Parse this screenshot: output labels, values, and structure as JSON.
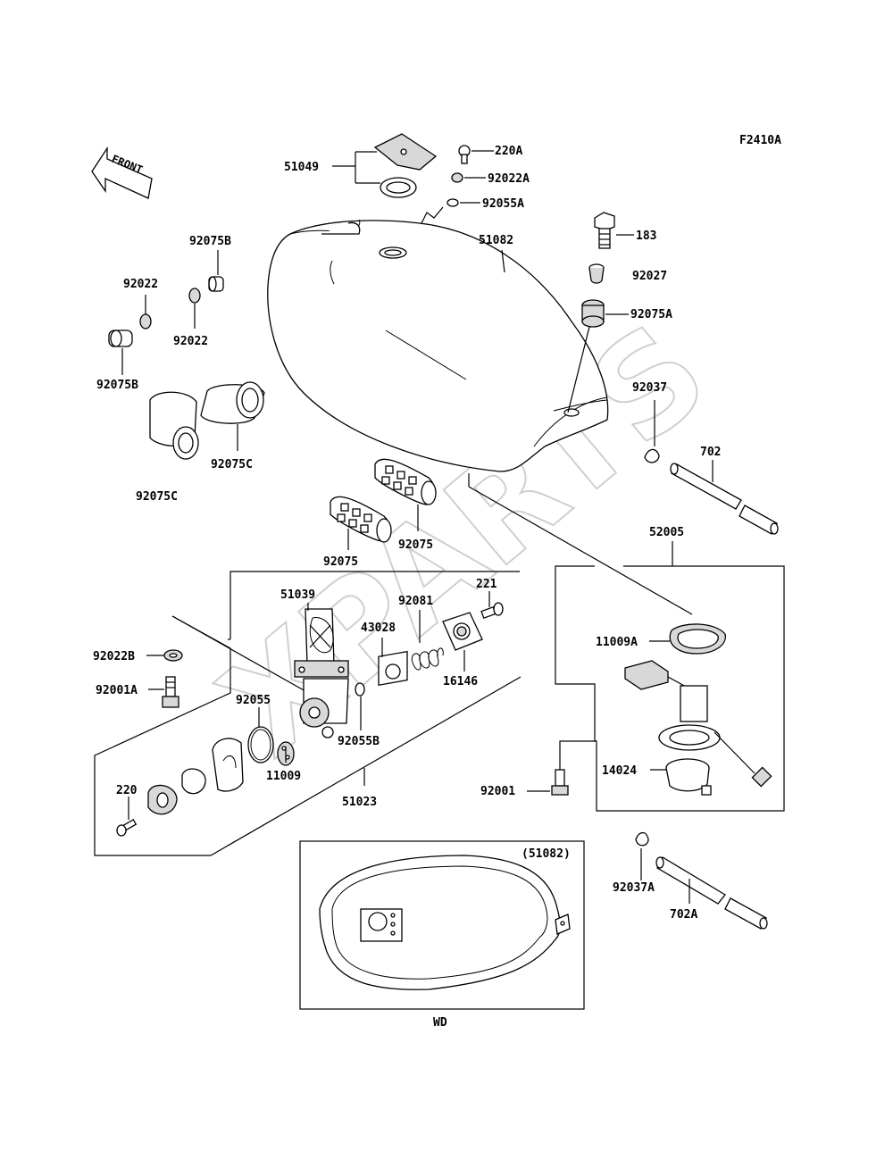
{
  "figure_id": "F2410A",
  "front_label": "FRONT",
  "watermark": "XPARTS",
  "variant_label": "(51082)",
  "variant_code": "WD",
  "labels": {
    "p51049": "51049",
    "p220A": "220A",
    "p92022A": "92022A",
    "p92055A": "92055A",
    "p51082": "51082",
    "p183": "183",
    "p92027": "92027",
    "p92075A": "92075A",
    "p92075B_top": "92075B",
    "p92022_top": "92022",
    "p92022_mid": "92022",
    "p92075B_left": "92075B",
    "p92075C_right": "92075C",
    "p92075C_left": "92075C",
    "p92037": "92037",
    "p702": "702",
    "p92075_right": "92075",
    "p92075_left": "92075",
    "p52005": "52005",
    "p51039": "51039",
    "p92081": "92081",
    "p221": "221",
    "p43028": "43028",
    "p16146": "16146",
    "p11009A": "11009A",
    "p92022B": "92022B",
    "p92001A": "92001A",
    "p92055": "92055",
    "p92055B": "92055B",
    "p11009": "11009",
    "p220": "220",
    "p51023": "51023",
    "p14024": "14024",
    "p92001": "92001",
    "p92037A": "92037A",
    "p702A": "702A"
  }
}
